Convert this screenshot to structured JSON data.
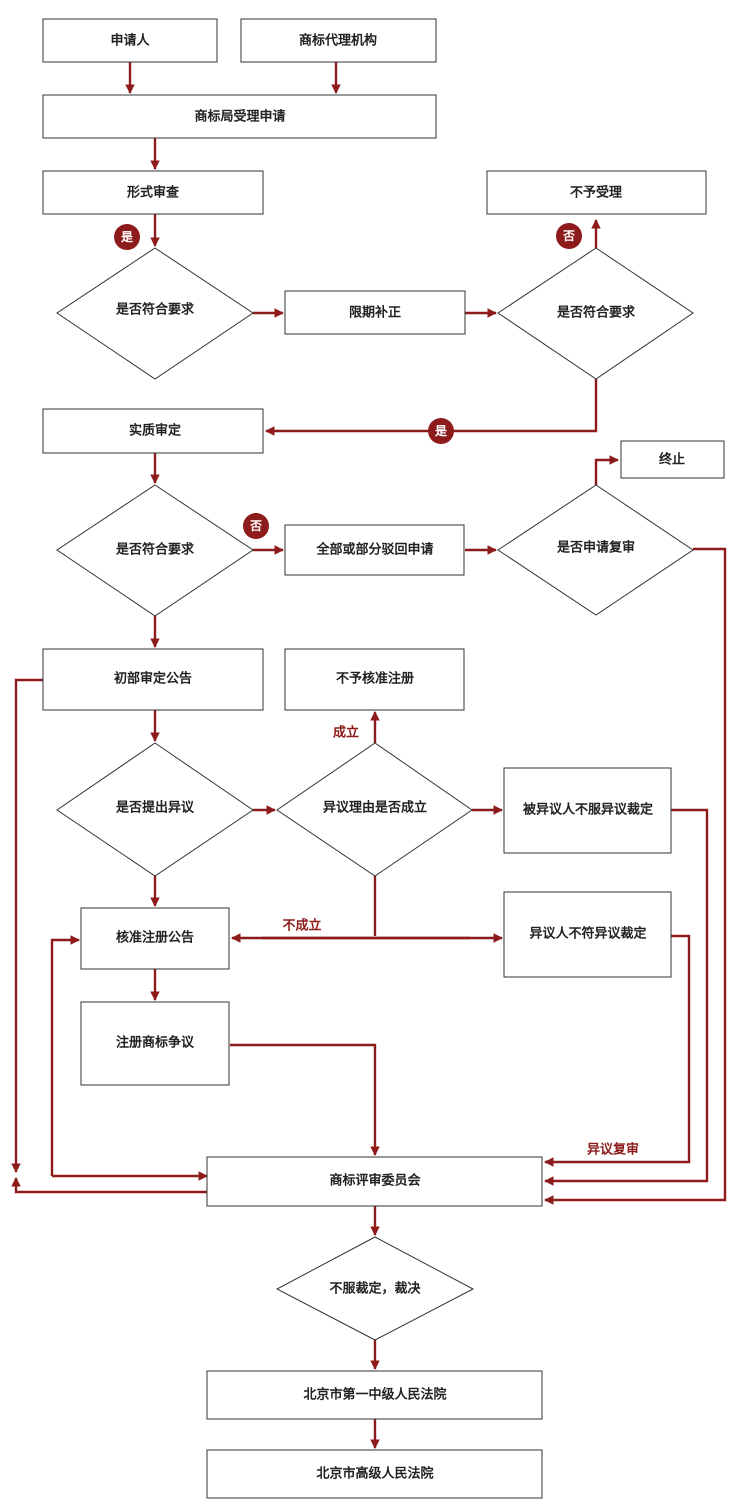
{
  "colors": {
    "accent": "#8e1b1b",
    "border": "#333333",
    "text": "#222222"
  },
  "nodes": {
    "applicant": "申请人",
    "agency": "商标代理机构",
    "office_accept": "商标局受理申请",
    "formal_review": "形式审查",
    "not_accepted": "不予受理",
    "check_req_1": "是否符合要求",
    "supplement": "限期补正",
    "check_req_2": "是否符合要求",
    "substantive_review": "实质审定",
    "terminate": "终止",
    "check_req_3": "是否符合要求",
    "reject": "全部或部分驳回申请",
    "apply_review": "是否申请复审",
    "prelim_announce": "初部审定公告",
    "not_approved": "不予核准注册",
    "opposition_raised": "是否提出异议",
    "opposition_valid": "异议理由是否成立",
    "opposed_disagree": "被异议人不服异议裁定",
    "approve_announce": "核准注册公告",
    "opponent_disagree": "异议人不符异议裁定",
    "dispute": "注册商标争议",
    "board": "商标评审委员会",
    "disagree_ruling": "不服裁定，裁决",
    "court_1": "北京市第一中级人民法院",
    "court_2": "北京市高级人民法院"
  },
  "labels": {
    "yes_1": "是",
    "no_1": "否",
    "yes_2": "是",
    "no_2": "否",
    "valid": "成立",
    "invalid": "不成立",
    "opposition_review": "异议复审"
  }
}
